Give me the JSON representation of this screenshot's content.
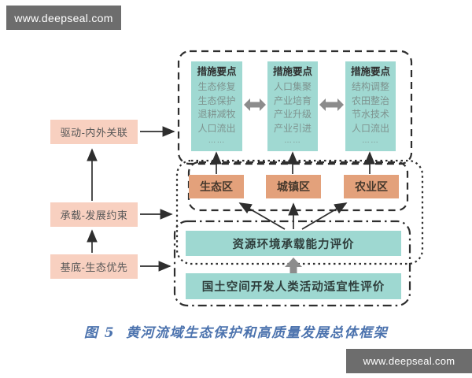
{
  "watermark": {
    "text": "www.deepseal.com"
  },
  "diagram": {
    "measures": [
      {
        "title": "措施要点",
        "items": [
          "生态修复",
          "生态保护",
          "退耕减牧",
          "人口流出"
        ],
        "dots": "……"
      },
      {
        "title": "措施要点",
        "items": [
          "人口集聚",
          "产业培育",
          "产业升级",
          "产业引进"
        ],
        "dots": "……"
      },
      {
        "title": "措施要点",
        "items": [
          "结构调整",
          "农田整治",
          "节水技术",
          "人口流出"
        ],
        "dots": "……"
      }
    ],
    "zones": [
      {
        "label": "生态区"
      },
      {
        "label": "城镇区"
      },
      {
        "label": "农业区"
      }
    ],
    "evaluations": [
      {
        "label": "资源环境承载能力评价"
      },
      {
        "label": "国土空间开发人类活动适宜性评价"
      }
    ],
    "left_flow": [
      {
        "label": "驱动-内外关联"
      },
      {
        "label": "承载-发展约束"
      },
      {
        "label": "基底-生态优先"
      }
    ]
  },
  "caption": {
    "figure_no": "图 5",
    "title": "黄河流域生态保护和高质量发展总体框架"
  },
  "colors": {
    "measure_box_fill": "#a0d9d2",
    "measure_item_text": "#7e938f",
    "zone_box_fill": "#e3a17b",
    "left_box_fill": "#f8d0c0",
    "evaluation_bar_fill": "#9ed8d1",
    "caption_text": "#4c73ae",
    "watermark_bg": "#6d6d6d",
    "thick_arrow": "#8c8c8c",
    "line": "#2e2e2e"
  }
}
